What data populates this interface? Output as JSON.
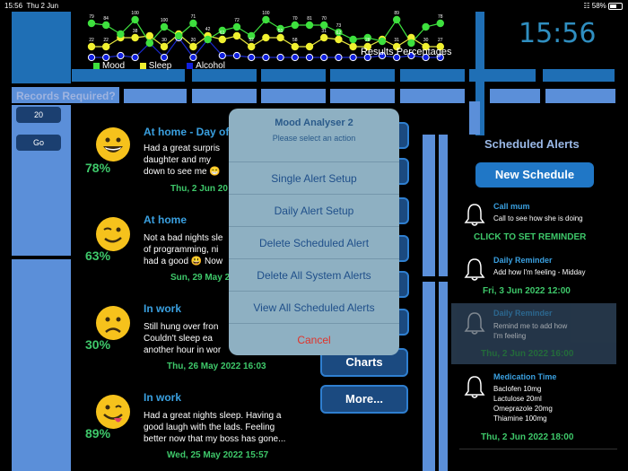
{
  "status_bar": {
    "time": "15:56",
    "date": "Thu 2 Jun",
    "battery": "58%"
  },
  "clock": "15:56",
  "graph": {
    "mood_labels": [
      "79",
      "84",
      "",
      "100",
      "",
      "100",
      "",
      "71",
      "",
      "",
      "72",
      "",
      "100",
      "",
      "70",
      "81",
      "70",
      "73",
      "",
      "",
      "",
      "89",
      "",
      "",
      "78"
    ],
    "sleep_labels": [
      "22",
      "22",
      "",
      "38",
      "",
      "30",
      "",
      "20",
      "42",
      "61",
      "",
      "52",
      "",
      "51",
      "58",
      "",
      "31",
      "62",
      "",
      "28",
      "",
      "31",
      "",
      "30",
      "27"
    ],
    "legend": {
      "mood": "Mood",
      "sleep": "Sleep",
      "alcohol": "Alcohol"
    },
    "results_label": "Results Percentages",
    "colors": {
      "mood": "#3ee03e",
      "sleep": "#f0f030",
      "alcohol": "#1020e0"
    }
  },
  "records": {
    "label": "Records Required?",
    "value": "20",
    "go": "Go"
  },
  "entries": [
    {
      "title": "At home - Day of",
      "text1": "Had a great surpris",
      "text2": "daughter and my",
      "text3": "down to see me 😁",
      "date": "Thu, 2 Jun 20",
      "pct": "78%"
    },
    {
      "title": "At home",
      "text1": "Not a bad nights sle",
      "text2": "of programming, ni",
      "text3": "had a good 😃 Now",
      "date": "Sun, 29 May 2",
      "pct": "63%"
    },
    {
      "title": "In work",
      "text1": "Still hung over fron",
      "text2": "Couldn't sleep ea",
      "text3": "another hour in wor",
      "date": "Thu, 26 May 2022 16:03",
      "pct": "30%"
    },
    {
      "title": "In work",
      "text1": "Had a great nights sleep. Having a",
      "text2": "good laugh with the lads. Feeling",
      "text3": "better now that my boss has gone...",
      "date": "Wed, 25 May 2022 15:57",
      "pct": "89%"
    }
  ],
  "buttons": {
    "charts": "Charts",
    "more": "More..."
  },
  "schedule": {
    "title": "Scheduled Alerts",
    "new_button": "New Schedule",
    "alerts": [
      {
        "title": "Call mum",
        "lines": [
          "Call to see how she is doing"
        ],
        "date": "CLICK TO SET REMINDER"
      },
      {
        "title": "Daily Reminder",
        "lines": [
          "Add how I'm feeling - Midday"
        ],
        "date": "Fri, 3 Jun 2022 12:00"
      },
      {
        "title": "Daily Reminder",
        "lines": [
          "Remind me to add how",
          "I'm feeling"
        ],
        "date": "Thu, 2 Jun 2022 16:00"
      },
      {
        "title": "Medication Time",
        "lines": [
          "Baclofen 10mg",
          "Lactulose 20ml",
          "Omeprazole 20mg",
          "Thiamine 100mg"
        ],
        "date": "Thu, 2 Jun 2022 18:00"
      }
    ]
  },
  "modal": {
    "title": "Mood Analyser 2",
    "subtitle": "Please select an action",
    "items": [
      "Single Alert Setup",
      "Daily Alert Setup",
      "Delete Scheduled Alert",
      "Delete All System Alerts",
      "View All Scheduled Alerts"
    ],
    "cancel": "Cancel"
  }
}
